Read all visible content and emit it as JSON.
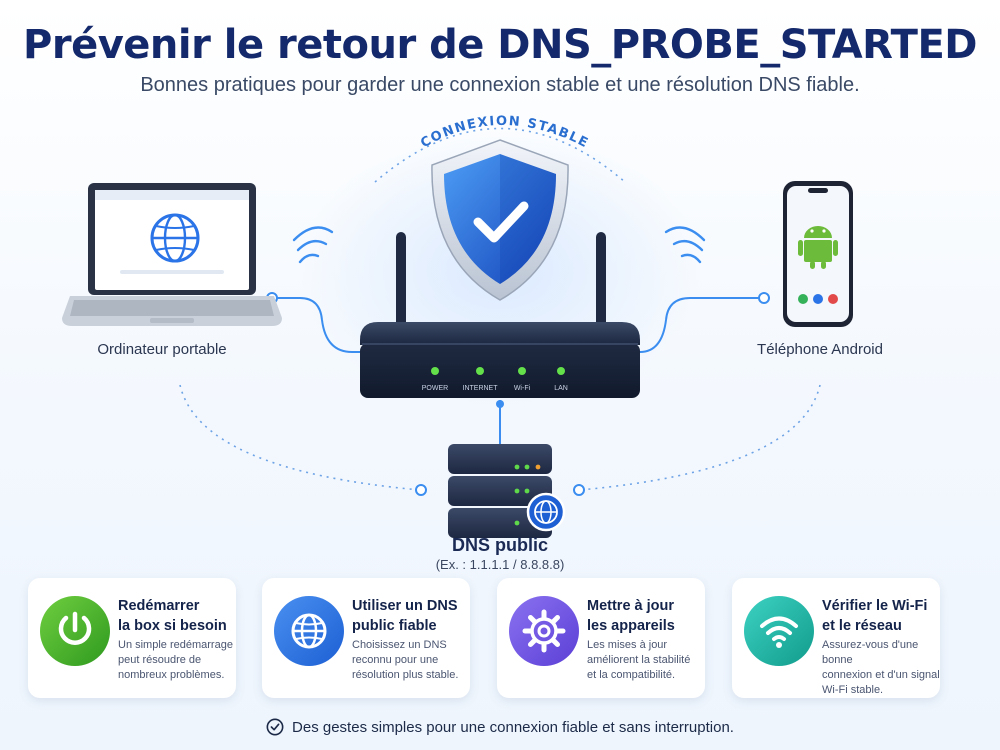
{
  "header": {
    "title": "Prévenir le retour de DNS_PROBE_STARTED",
    "subtitle": "Bonnes pratiques pour garder une connexion stable et une résolution DNS fiable."
  },
  "diagram": {
    "arc_label": "CONNEXION STABLE",
    "laptop_label": "Ordinateur portable",
    "phone_label": "Téléphone Android",
    "router_leds": [
      "POWER",
      "INTERNET",
      "Wi-Fi",
      "LAN"
    ],
    "dns_title": "DNS public",
    "dns_example": "(Ex. : 1.1.1.1 / 8.8.8.8)"
  },
  "cards": [
    {
      "icon": "power-icon",
      "color_from": "#6fce3f",
      "color_to": "#2f9a1f",
      "title_lines": [
        "Redémarrer",
        "la box si besoin"
      ],
      "desc_lines": [
        "Un simple redémarrage",
        "peut résoudre de",
        "nombreux problèmes."
      ]
    },
    {
      "icon": "globe-icon",
      "color_from": "#4a90f0",
      "color_to": "#1c5fd4",
      "title_lines": [
        "Utiliser un DNS",
        "public fiable"
      ],
      "desc_lines": [
        "Choisissez un DNS",
        "reconnu pour une",
        "résolution plus stable."
      ]
    },
    {
      "icon": "gear-icon",
      "color_from": "#8a72f0",
      "color_to": "#5b3fd6",
      "title_lines": [
        "Mettre à jour",
        "les appareils"
      ],
      "desc_lines": [
        "Les mises à jour",
        "améliorent la stabilité",
        "et la compatibilité."
      ]
    },
    {
      "icon": "wifi-icon",
      "color_from": "#3dd1c2",
      "color_to": "#119c8c",
      "title_lines": [
        "Vérifier le Wi-Fi",
        "et le réseau"
      ],
      "desc_lines": [
        "Assurez-vous d'une bonne",
        "connexion et d'un signal",
        "Wi-Fi stable."
      ]
    }
  ],
  "footer": {
    "text": "Des gestes simples pour une connexion fiable et sans interruption."
  }
}
